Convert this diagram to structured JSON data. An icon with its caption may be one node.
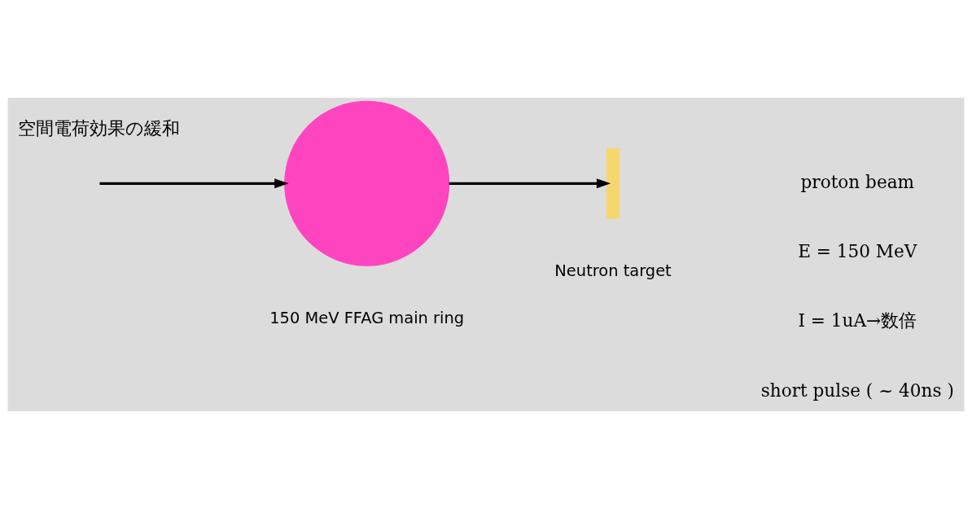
{
  "diagram": {
    "nodes": [
      {
        "text": [],
        "shape": "circle",
        "beside": [
          "150 MeV FFAG main ring"
        ]
      },
      {
        "text": [],
        "shape": "bar",
        "beside": [
          "Neutron target"
        ]
      }
    ],
    "edges": [
      {
        "from": null,
        "to": 0,
        "arrow": "to"
      },
      {
        "from": 0,
        "to": 1,
        "arrow": "to"
      }
    ],
    "labels": [
      "空間電荷効果の緩和",
      "proton beam",
      "E = 150 MeV",
      "I = 1uA→数倍",
      "short pulse ( ~ 40ns )"
    ]
  }
}
